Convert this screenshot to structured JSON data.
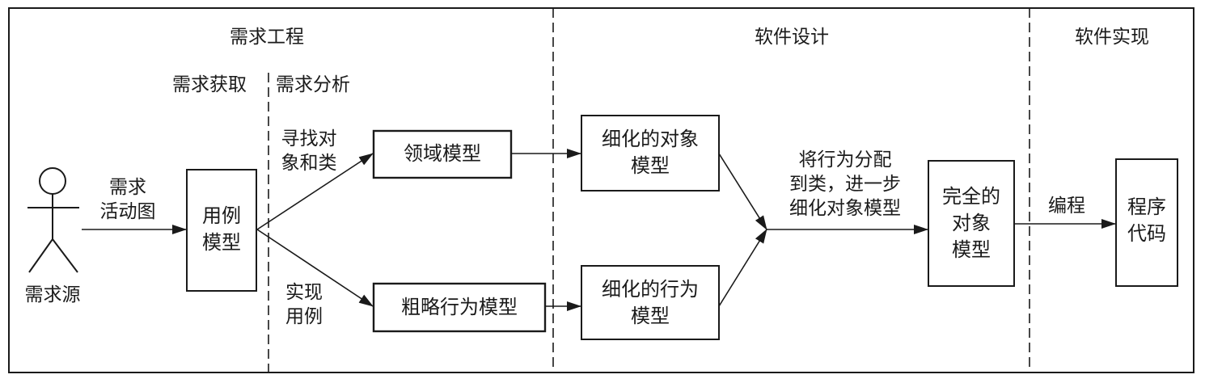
{
  "phases": {
    "requirements": "需求工程",
    "design": "软件设计",
    "implementation": "软件实现"
  },
  "subphases": {
    "elicitation": "需求获取",
    "analysis": "需求分析"
  },
  "actor": {
    "label": "需求源"
  },
  "arrows": {
    "activity": [
      "需求",
      "活动图"
    ],
    "find_objects": [
      "寻找对",
      "象和类"
    ],
    "realize_use_case": [
      "实现",
      "用例"
    ],
    "assign_behavior": [
      "将行为分配",
      "到类，进一步",
      "细化对象模型"
    ],
    "programming": "编程"
  },
  "boxes": {
    "use_case_model": [
      "用例",
      "模型"
    ],
    "domain_model": [
      "领域模型"
    ],
    "rough_behavior_model": [
      "粗略行为模型"
    ],
    "refined_object_model": [
      "细化的对象",
      "模型"
    ],
    "refined_behavior_model": [
      "细化的行为",
      "模型"
    ],
    "complete_object_model": [
      "完全的",
      "对象",
      "模型"
    ],
    "program_code": [
      "程序",
      "代码"
    ]
  }
}
